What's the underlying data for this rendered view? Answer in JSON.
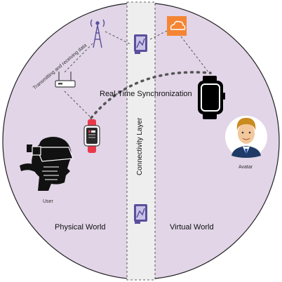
{
  "labels": {
    "physical_world": "Physical World",
    "virtual_world": "Virtual World",
    "connectivity_layer": "Connectivity Layer",
    "real_time_sync": "Real-Time Synchronization",
    "transmitting": "Transmitting and receiving data",
    "user": "User",
    "avatar": "Avatar"
  },
  "colors": {
    "circle_fill": "#e1d5e7",
    "layer_fill": "#eeeeee",
    "router_icon": "#5a4f9c",
    "cloud_icon": "#f58534",
    "watch": "#000000",
    "phone_watch_band": "#e8394b"
  },
  "icons": [
    "cell-tower-icon",
    "router-icon",
    "smartwatch-icon",
    "vr-headset-user-icon",
    "cloud-service-icon",
    "smartwatch-virtual-icon",
    "avatar-icon",
    "gateway-device-icon"
  ]
}
